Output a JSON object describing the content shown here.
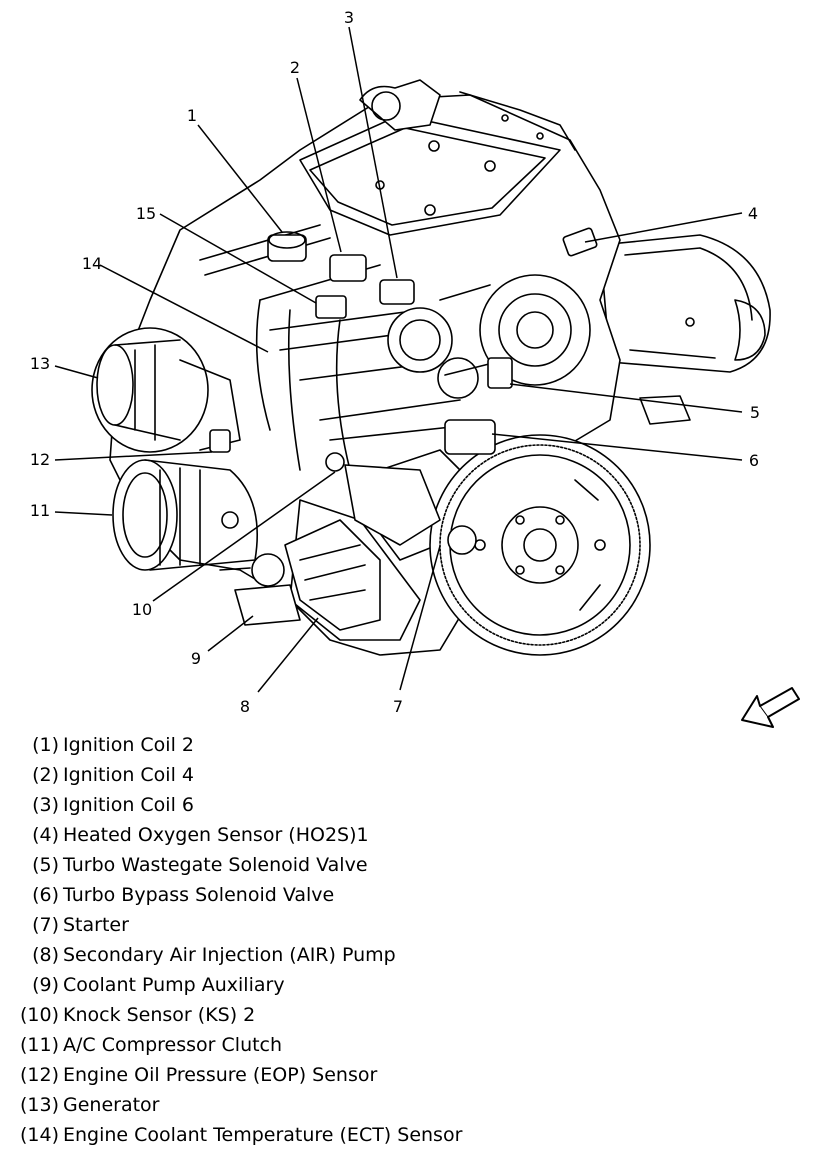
{
  "callouts": [
    "1",
    "2",
    "3",
    "4",
    "5",
    "6",
    "7",
    "8",
    "9",
    "10",
    "11",
    "12",
    "13",
    "14",
    "15"
  ],
  "legend": [
    {
      "num": "(1)",
      "text": "Ignition Coil 2"
    },
    {
      "num": "(2)",
      "text": "Ignition Coil 4"
    },
    {
      "num": "(3)",
      "text": "Ignition Coil 6"
    },
    {
      "num": "(4)",
      "text": "Heated Oxygen Sensor (HO2S)1"
    },
    {
      "num": "(5)",
      "text": "Turbo Wastegate Solenoid Valve"
    },
    {
      "num": "(6)",
      "text": "Turbo Bypass Solenoid Valve"
    },
    {
      "num": "(7)",
      "text": "Starter"
    },
    {
      "num": "(8)",
      "text": "Secondary Air Injection (AIR) Pump"
    },
    {
      "num": "(9)",
      "text": "Coolant Pump Auxiliary"
    },
    {
      "num": "(10)",
      "text": "Knock Sensor (KS) 2"
    },
    {
      "num": "(11)",
      "text": "A/C Compressor Clutch"
    },
    {
      "num": "(12)",
      "text": "Engine Oil Pressure (EOP) Sensor"
    },
    {
      "num": "(13)",
      "text": "Generator"
    },
    {
      "num": "(14)",
      "text": "Engine Coolant Temperature (ECT) Sensor"
    }
  ]
}
